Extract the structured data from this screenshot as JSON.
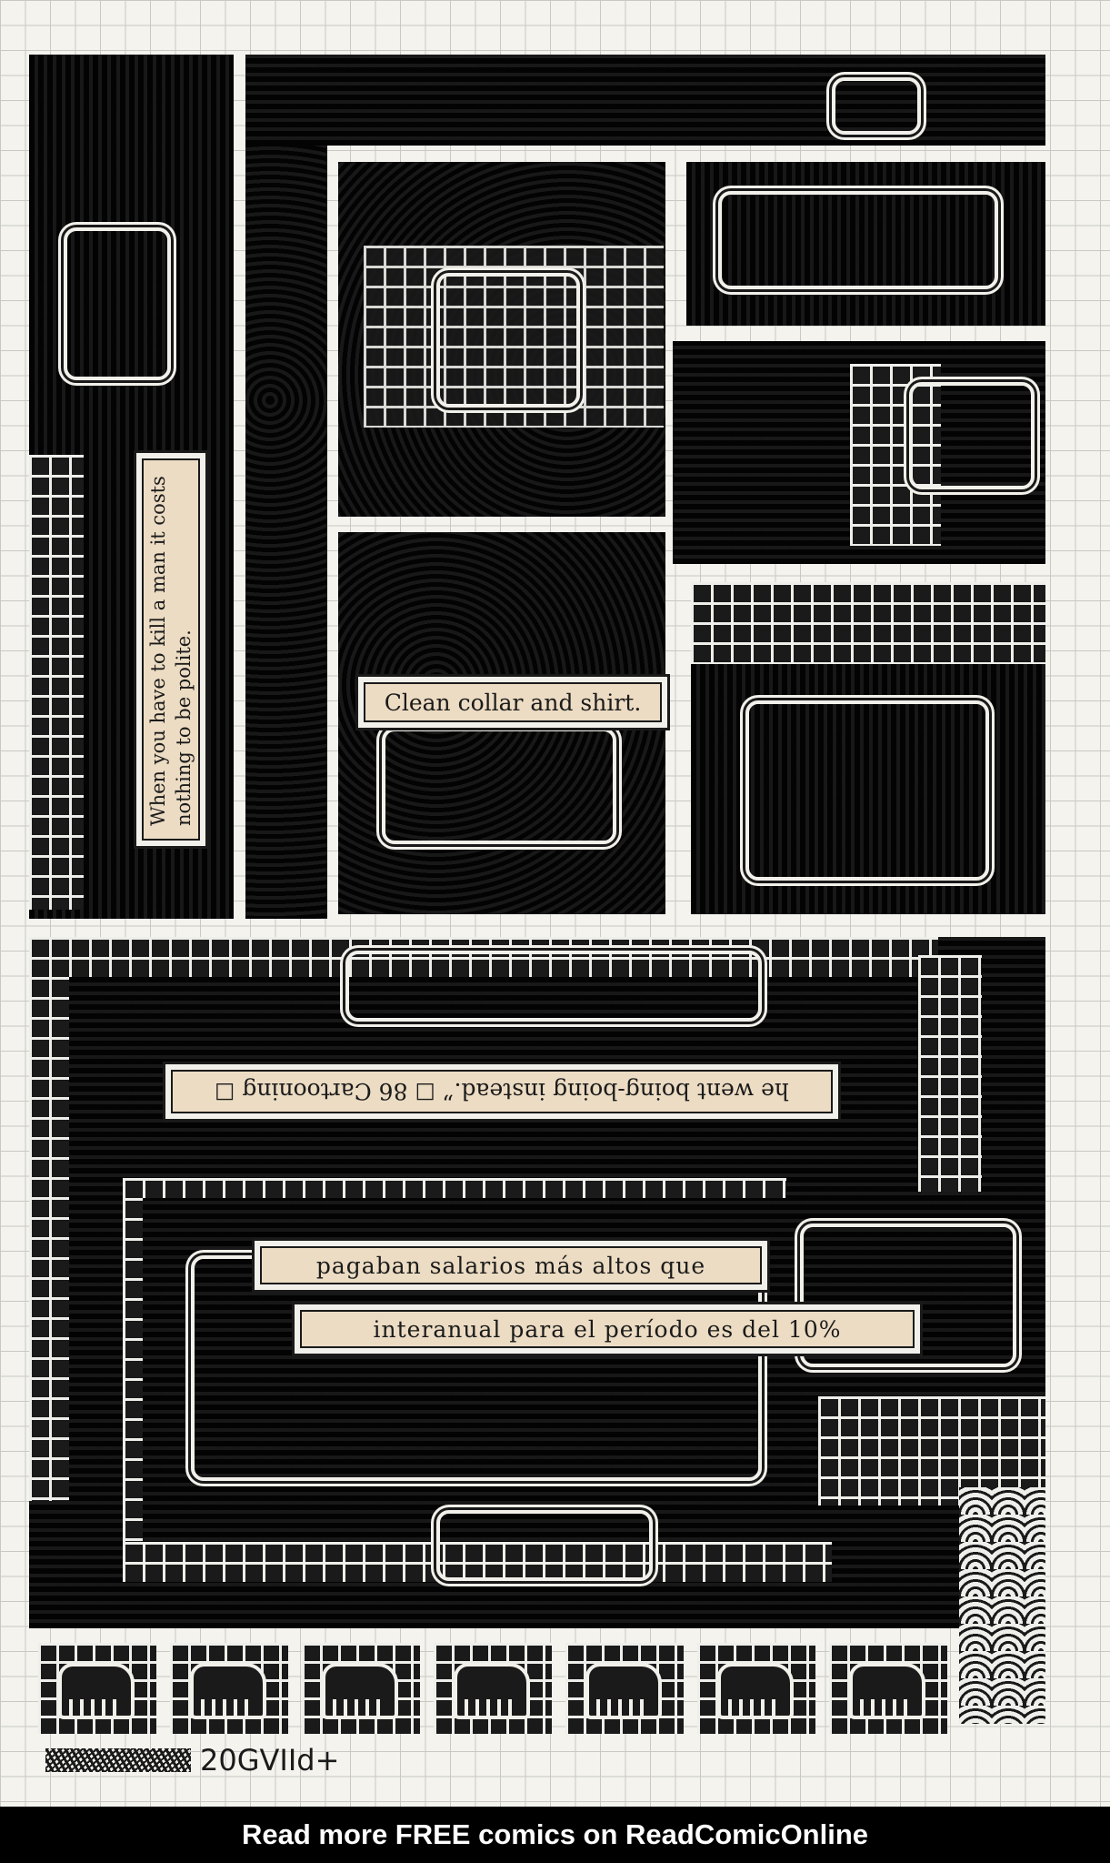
{
  "captions": {
    "vertical": "When you have to kill a man it costs nothing to be polite.",
    "collar": "Clean collar and shirt.",
    "upside_down": "he went boing-boing instead.” ☐ 86 Cartooning ☐",
    "salarios": "pagaban salarios más altos que",
    "interanual": "interanual para el período es del 10%"
  },
  "signature": {
    "text": "20GVIId+"
  },
  "footer": {
    "text": "Read more FREE comics on ReadComicOnline"
  },
  "colors": {
    "paper": "#f4f3ee",
    "ink": "#1a1a1a",
    "caption_bg": "#ecdcc3",
    "footer_bg": "#000000",
    "footer_text": "#ffffff"
  }
}
